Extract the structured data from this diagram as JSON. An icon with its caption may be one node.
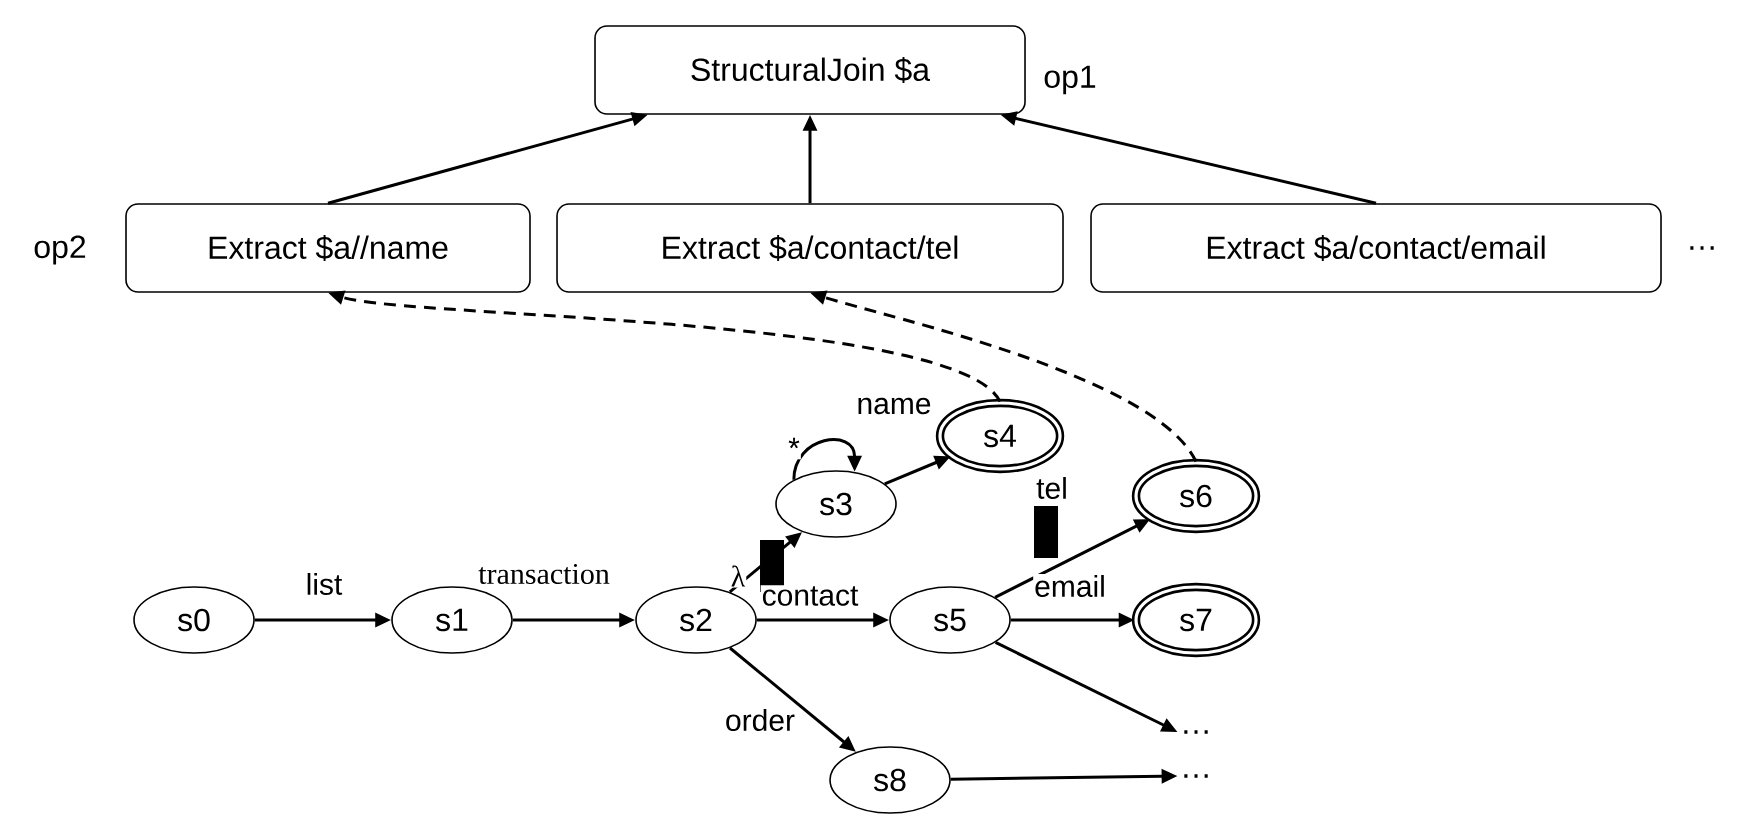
{
  "diagram": {
    "nodes": [
      {
        "text": [
          "StructuralJoin $a"
        ],
        "beside": [
          "op1"
        ]
      },
      {
        "text": [
          "Extract $a//name"
        ],
        "beside": [
          "op2"
        ]
      },
      {
        "text": [
          "Extract $a/contact/tel"
        ]
      },
      {
        "text": [
          "Extract $a/contact/email"
        ]
      },
      {
        "text": [
          "s0"
        ]
      },
      {
        "text": [
          "s1"
        ]
      },
      {
        "text": [
          "s2"
        ]
      },
      {
        "text": [
          "s3"
        ]
      },
      {
        "text": [
          "s4"
        ]
      },
      {
        "text": [
          "s5"
        ]
      },
      {
        "text": [
          "s6"
        ]
      },
      {
        "text": [
          "s7"
        ]
      },
      {
        "text": [
          "s8"
        ]
      },
      {
        "text": [
          "…"
        ]
      },
      {
        "text": [
          "…"
        ]
      }
    ],
    "edges": [
      {
        "from": 1,
        "to": 0,
        "arrow": "to"
      },
      {
        "from": 2,
        "to": 0,
        "arrow": "to"
      },
      {
        "from": 3,
        "to": 0,
        "arrow": "to"
      },
      {
        "from": 4,
        "to": 5,
        "arrow": "to",
        "label": "list"
      },
      {
        "from": 5,
        "to": 6,
        "arrow": "to",
        "label": "transaction"
      },
      {
        "from": 6,
        "to": 7,
        "arrow": "to",
        "label": "λ"
      },
      {
        "from": 7,
        "to": 7,
        "arrow": "to",
        "label": "*"
      },
      {
        "from": 7,
        "to": 8,
        "arrow": "to",
        "label": "name"
      },
      {
        "from": 6,
        "to": 9,
        "arrow": "to",
        "label": "contact"
      },
      {
        "from": 9,
        "to": 10,
        "arrow": "to",
        "label": "tel"
      },
      {
        "from": 9,
        "to": 11,
        "arrow": "to",
        "label": "email"
      },
      {
        "from": 9,
        "to": 13,
        "arrow": "to"
      },
      {
        "from": 6,
        "to": 12,
        "arrow": "to",
        "label": "order"
      },
      {
        "from": 12,
        "to": 14,
        "arrow": "to"
      },
      {
        "from": 8,
        "to": 1,
        "arrow": "to",
        "style": "dashed"
      },
      {
        "from": 10,
        "to": 2,
        "arrow": "to",
        "style": "dashed"
      }
    ],
    "labels": [
      "…"
    ]
  }
}
